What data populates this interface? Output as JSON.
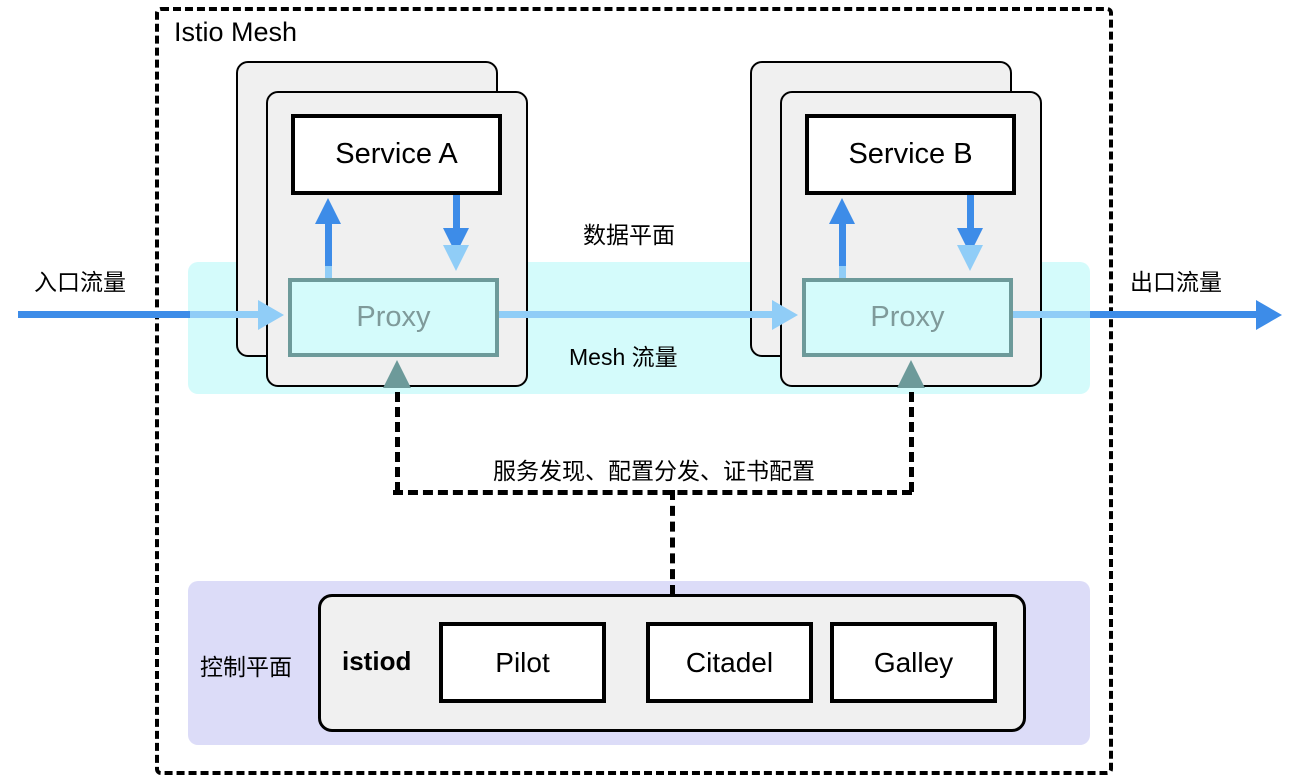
{
  "diagram": {
    "title": "Istio Mesh",
    "data_plane_label": "数据平面",
    "mesh_traffic_label": "Mesh 流量",
    "ingress_label": "入口流量",
    "egress_label": "出口流量",
    "control_plane_label": "控制平面",
    "control_plane_connector_label": "服务发现、配置分发、证书配置",
    "pods": [
      {
        "service": "Service A",
        "proxy": "Proxy"
      },
      {
        "service": "Service B",
        "proxy": "Proxy"
      }
    ],
    "istiod": {
      "name": "istiod",
      "components": [
        "Pilot",
        "Citadel",
        "Galley"
      ]
    },
    "colors": {
      "mesh_border": "#000000",
      "data_plane_band": "#d4fbfb",
      "control_plane_panel": "#dcdcf8",
      "pod_fill": "#f0f0f0",
      "proxy_border": "#6d9a9a",
      "proxy_text": "#7f9a9a",
      "traffic_dark_blue": "#3d8ce8",
      "traffic_light_blue": "#90cdf7"
    }
  }
}
